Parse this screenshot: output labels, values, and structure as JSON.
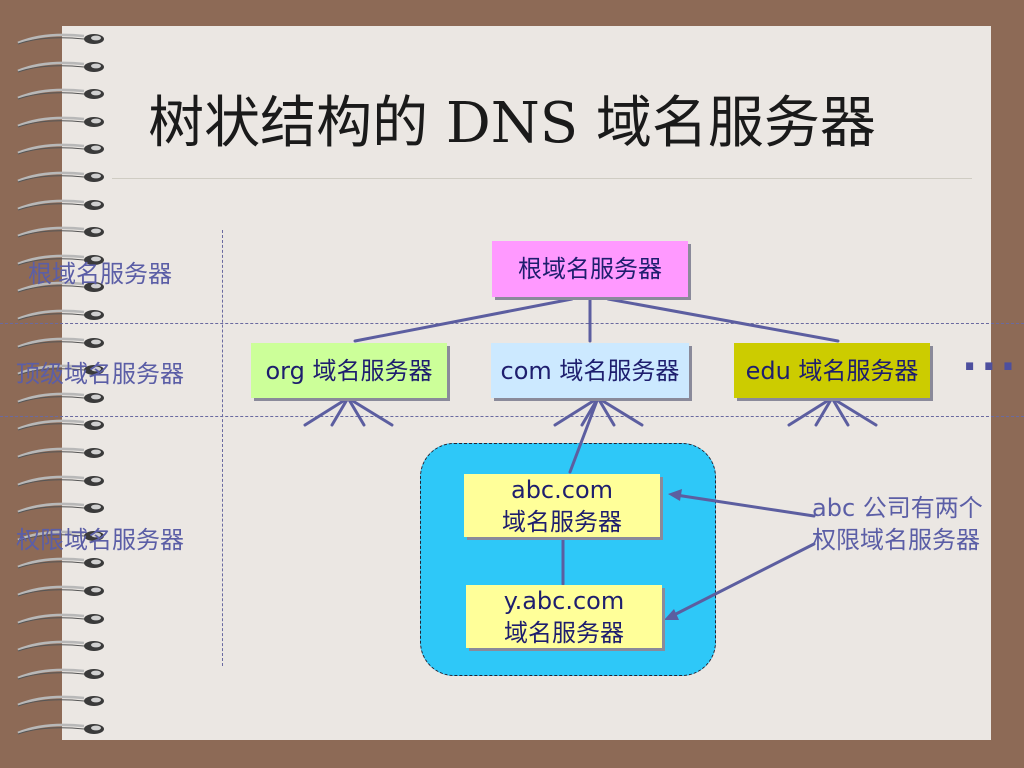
{
  "title": "树状结构的 DNS 域名服务器",
  "row_labels": {
    "root": "根域名服务器",
    "top_level": "顶级域名服务器",
    "authoritative": "权限域名服务器"
  },
  "nodes": {
    "root": "根域名服务器",
    "org": "org 域名服务器",
    "com": "com 域名服务器",
    "edu": "edu 域名服务器",
    "abc_line1": "abc.com",
    "abc_line2": "域名服务器",
    "yabc_line1": "y.abc.com",
    "yabc_line2": "域名服务器"
  },
  "annotation": {
    "line1": "abc 公司有两个",
    "line2": "权限域名服务器"
  },
  "ellipsis": "···",
  "colors": {
    "root_box": "#ff99ff",
    "org_box": "#ccff99",
    "com_box": "#cce9ff",
    "edu_box": "#cccc00",
    "abc_box": "#ffff99",
    "cluster": "#2ec8f8",
    "line": "#5c5ea0"
  }
}
